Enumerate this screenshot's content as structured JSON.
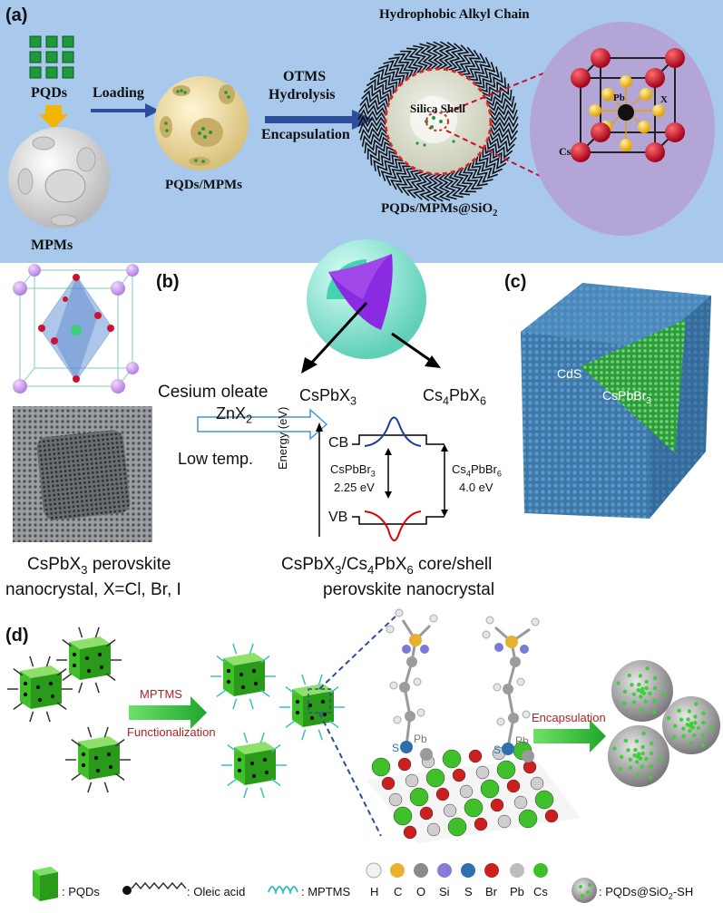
{
  "panel_a": {
    "letter": "(a)",
    "pqds": "PQDs",
    "loading": "Loading",
    "mpms": "MPMs",
    "pqds_mpms": "PQDs/MPMs",
    "otms": "OTMS",
    "hydrolysis": "Hydrolysis",
    "encapsulation": "Encapsulation",
    "hydrophobic": "Hydrophobic Alkyl Chain",
    "silica_shell": "Silica Shell",
    "product_main": "PQDs/MPMs@SiO",
    "product_sub": "2",
    "atom_pb": "Pb",
    "atom_x": "X",
    "atom_cs": "Cs"
  },
  "panel_b": {
    "letter": "(b)",
    "reagent1": "Cesium oleate",
    "reagent2_main": "ZnX",
    "reagent2_sub": "2",
    "reagent3": "Low temp.",
    "core_main": "CsPbX",
    "core_sub": "3",
    "shell_a": "Cs",
    "shell_b": "4",
    "shell_c": "PbX",
    "shell_d": "6",
    "cb": "CB",
    "vb": "VB",
    "energy_axis": "Energy (eV)",
    "core_gap_name_main": "CsPbBr",
    "core_gap_name_sub": "3",
    "core_gap_value": "2.25 eV",
    "shell_gap_a": "Cs",
    "shell_gap_b": "4",
    "shell_gap_c": "PbBr",
    "shell_gap_d": "6",
    "shell_gap_value": "4.0 eV",
    "left_caption_1": "CsPbX",
    "left_caption_1_sub": "3",
    "left_caption_1_tail": " perovskite",
    "left_caption_2": "nanocrystal, X=Cl, Br, I",
    "caption_a": "CsPbX",
    "caption_b": "3",
    "caption_c": "/Cs",
    "caption_d": "4",
    "caption_e": "PbX",
    "caption_f": "6",
    "caption_g": " core/shell",
    "caption_2": "perovskite nanocrystal"
  },
  "panel_c": {
    "letter": "(c)",
    "cds": "CdS",
    "core_main": "CsPbBr",
    "core_sub": "3"
  },
  "panel_d": {
    "letter": "(d)",
    "mptms": "MPTMS",
    "functionalization": "Functionalization",
    "encapsulation": "Encapsulation",
    "s1": "S",
    "pb1": "Pb",
    "s2": "S",
    "pb2": "Pb",
    "legend_pqds": ": PQDs",
    "legend_oleic": ": Oleic acid",
    "legend_mptms": ": MPTMS",
    "legend_h": "H",
    "legend_c": "C",
    "legend_o": "O",
    "legend_si": "Si",
    "legend_s": "S",
    "legend_br": "Br",
    "legend_pb": "Pb",
    "legend_cs": "Cs",
    "legend_prod_main": ": PQDs@SiO",
    "legend_prod_sub": "2",
    "legend_prod_tail": "-SH"
  },
  "colors": {
    "panel_a_bg": "#a9c9ec",
    "arrow_blue": "#2e4d9a",
    "pqd_green": "#1e9a3a",
    "cube_red": "#c8102e",
    "cube_yellow": "#f5b800",
    "crystal_bg": "#b3a6d6",
    "shell_cyan": "#7ee3d0",
    "core_purple": "#8a2be2",
    "cds_blue": "#3e77a8",
    "cspbbr_green": "#3fb54a",
    "arrow_green": "#3cbf3a",
    "label_red": "#b22222"
  }
}
